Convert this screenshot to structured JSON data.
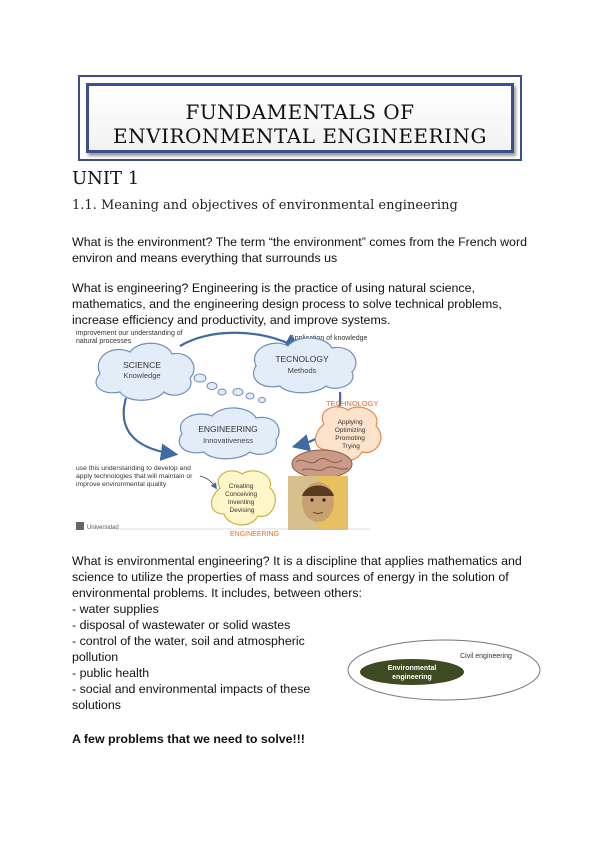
{
  "title": {
    "line1": "FUNDAMENTALS OF",
    "line2": "ENVIRONMENTAL ENGINEERING"
  },
  "unit_heading": "UNIT 1",
  "section_heading": "1.1. Meaning and objectives of environmental engineering",
  "para_environment": {
    "line1": "What is the environment? The term “the environment” comes from the French word",
    "line2": "environ and means everything that surrounds us"
  },
  "para_engineering": {
    "line1": "What is engineering? Engineering is the practice of using natural science,",
    "line2": "mathematics, and the engineering design process to solve technical problems,",
    "line3": "increase efficiency and productivity, and improve systems."
  },
  "diagram": {
    "top_left_note": [
      "improvement our understanding of",
      "natural processes"
    ],
    "top_right_note": "Application of knowledge",
    "science_title": "SCIENCE",
    "science_sub": "Knowledge",
    "technology_title": "TECNOLOGY",
    "technology_sub": "Methods",
    "engineering_title": "ENGINEERING",
    "engineering_sub": "Innovativeness",
    "technology_tag": "TECHNOLOGY",
    "technology_actions": [
      "Applying",
      "Optimizing",
      "Promoting",
      "Trying"
    ],
    "engineering_actions": [
      "Creating",
      "Conceiving",
      "Inventing",
      "Devising"
    ],
    "engineering_tag": "ENGINEERING",
    "bottom_note": [
      "use this understanding to develop and",
      "apply technologies that will maintain or",
      "improve environmental quality"
    ],
    "logo_text": "Universidad"
  },
  "para_env_eng": {
    "line1": "What is environmental engineering? It is a discipline that applies mathematics and",
    "line2": "science to utilize the properties of mass and sources of energy in the solution of",
    "line3": "environmental problems. It includes, between others:"
  },
  "bullets": [
    "- water supplies",
    "- disposal of wastewater or solid wastes",
    "- control of the water, soil and atmospheric",
    "pollution",
    "- public health",
    "- social and environmental impacts of these",
    "solutions"
  ],
  "ellipse": {
    "outer_label": "Civil engineering",
    "inner_label_1": "Environmental",
    "inner_label_2": "engineering"
  },
  "problems_heading": "A few problems that we need to solve!!!",
  "colors": {
    "title_border": "#3b4f8a",
    "cloud_fill": "#e3edf8",
    "cloud_stroke": "#6f8fb8",
    "arrow": "#3f6aa3",
    "orange": "#e36c2a",
    "yellow_cloud": "#fff6c9",
    "orange_cloud": "#fde2cc",
    "ellipse_inner": "#3d4a22"
  }
}
